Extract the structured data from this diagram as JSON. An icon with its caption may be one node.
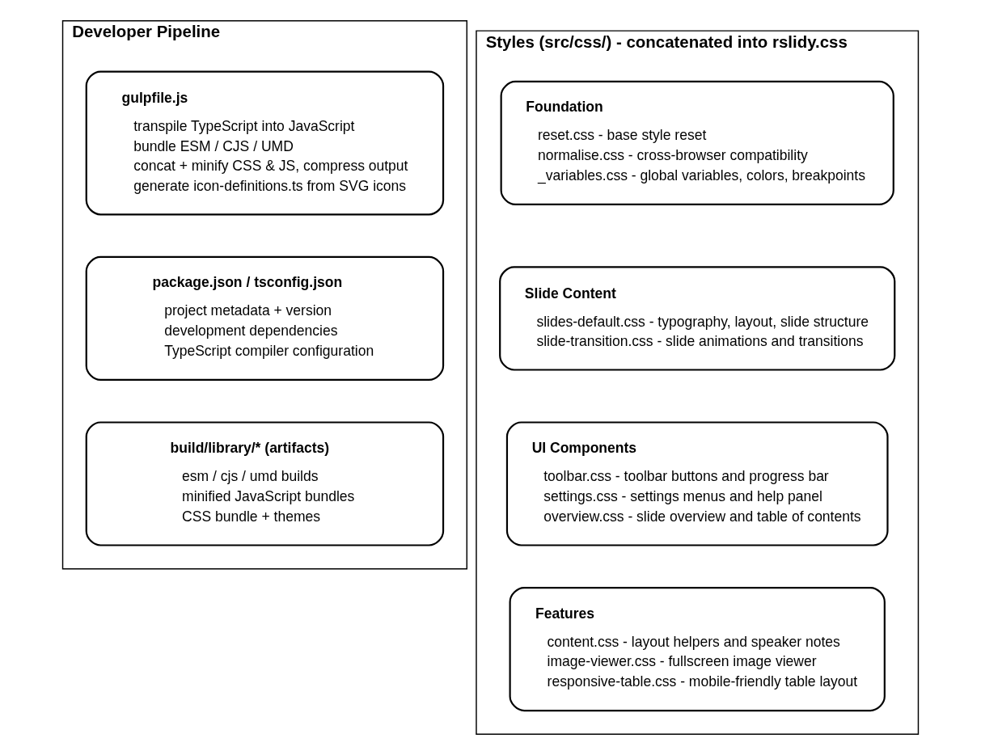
{
  "diagram": {
    "nodes": [
      {
        "text": [
          "Developer Pipeline"
        ]
      },
      {
        "text": [
          "gulpfile.js",
          "transpile TypeScript into JavaScript",
          "bundle ESM / CJS / UMD",
          "concat + minify CSS & JS, compress output",
          "generate icon-definitions.ts from SVG icons"
        ],
        "in": 0
      },
      {
        "text": [
          "package.json / tsconfig.json",
          "project metadata + version",
          "development dependencies",
          "TypeScript compiler configuration"
        ],
        "in": 0
      },
      {
        "text": [
          "build/library/* (artifacts)",
          "esm / cjs / umd builds",
          "minified JavaScript bundles",
          "CSS bundle + themes"
        ],
        "in": 0
      },
      {
        "text": [
          "Styles (src/css/) - concatenated into rslidy.css"
        ]
      },
      {
        "text": [
          "Foundation",
          "reset.css - base style reset",
          "normalise.css - cross-browser compatibility",
          "_variables.css - global variables, colors, breakpoints"
        ],
        "in": 4
      },
      {
        "text": [
          "Slide Content",
          "slides-default.css - typography, layout, slide structure",
          "slide-transition.css - slide animations and transitions"
        ],
        "in": 4
      },
      {
        "text": [
          "UI Components",
          "toolbar.css - toolbar buttons and progress bar",
          "settings.css - settings menus and help panel",
          "overview.css - slide overview and table of contents"
        ],
        "in": 4
      },
      {
        "text": [
          "Features",
          "content.css - layout helpers and speaker notes",
          "image-viewer.css - fullscreen image viewer",
          "responsive-table.css - mobile-friendly table layout"
        ],
        "in": 4
      }
    ],
    "edges": []
  }
}
